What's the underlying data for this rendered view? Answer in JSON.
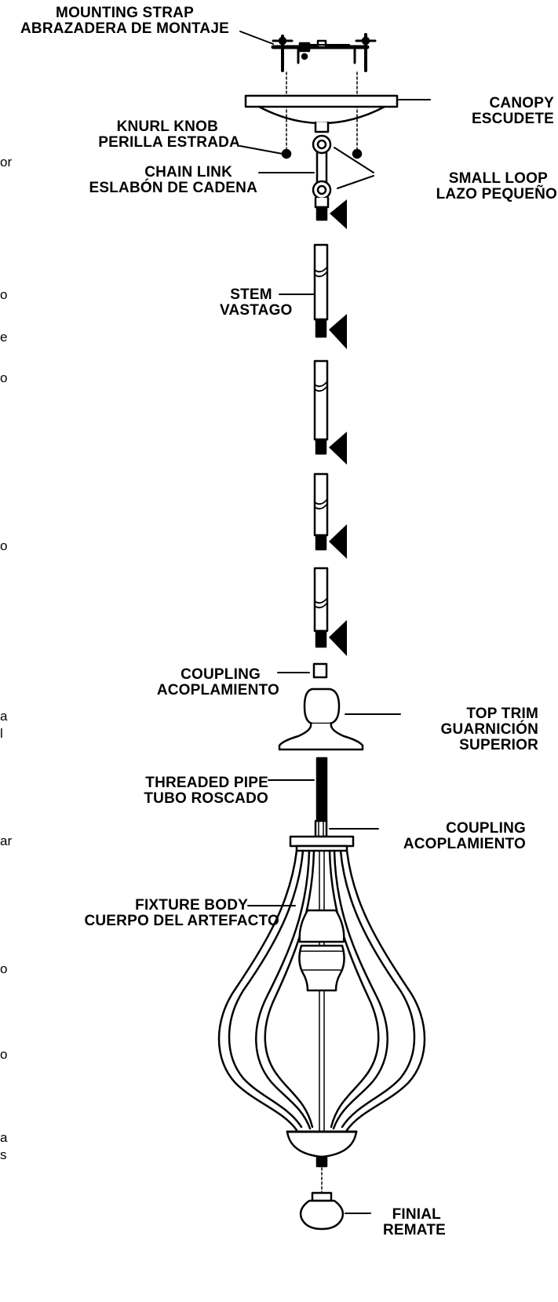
{
  "labels": {
    "mounting_strap": [
      "MOUNTING STRAP",
      "ABRAZADERA DE MONTAJE"
    ],
    "canopy": [
      "CANOPY",
      "ESCUDETE"
    ],
    "knurl_knob": [
      "KNURL KNOB",
      "PERILLA ESTRADA"
    ],
    "chain_link": [
      "CHAIN LINK",
      "ESLABÓN DE CADENA"
    ],
    "small_loop": [
      "SMALL LOOP",
      "LAZO PEQUEÑO"
    ],
    "stem": [
      "STEM",
      "VASTAGO"
    ],
    "coupling_upper": [
      "COUPLING",
      "ACOPLAMIENTO"
    ],
    "top_trim": [
      "TOP TRIM",
      "GUARNICIÓN",
      "SUPERIOR"
    ],
    "threaded_pipe": [
      "THREADED PIPE",
      "TUBO ROSCADO"
    ],
    "coupling_lower": [
      "COUPLING",
      "ACOPLAMIENTO"
    ],
    "fixture_body": [
      "FIXTURE BODY",
      "CUERPO DEL ARTEFACTO"
    ],
    "finial": [
      "FINIAL",
      "REMATE"
    ]
  },
  "left_edge_fragments": [
    "or",
    "o",
    "e",
    "o",
    "o",
    "a",
    "l",
    "ar",
    "o",
    "o",
    "a",
    "s"
  ]
}
